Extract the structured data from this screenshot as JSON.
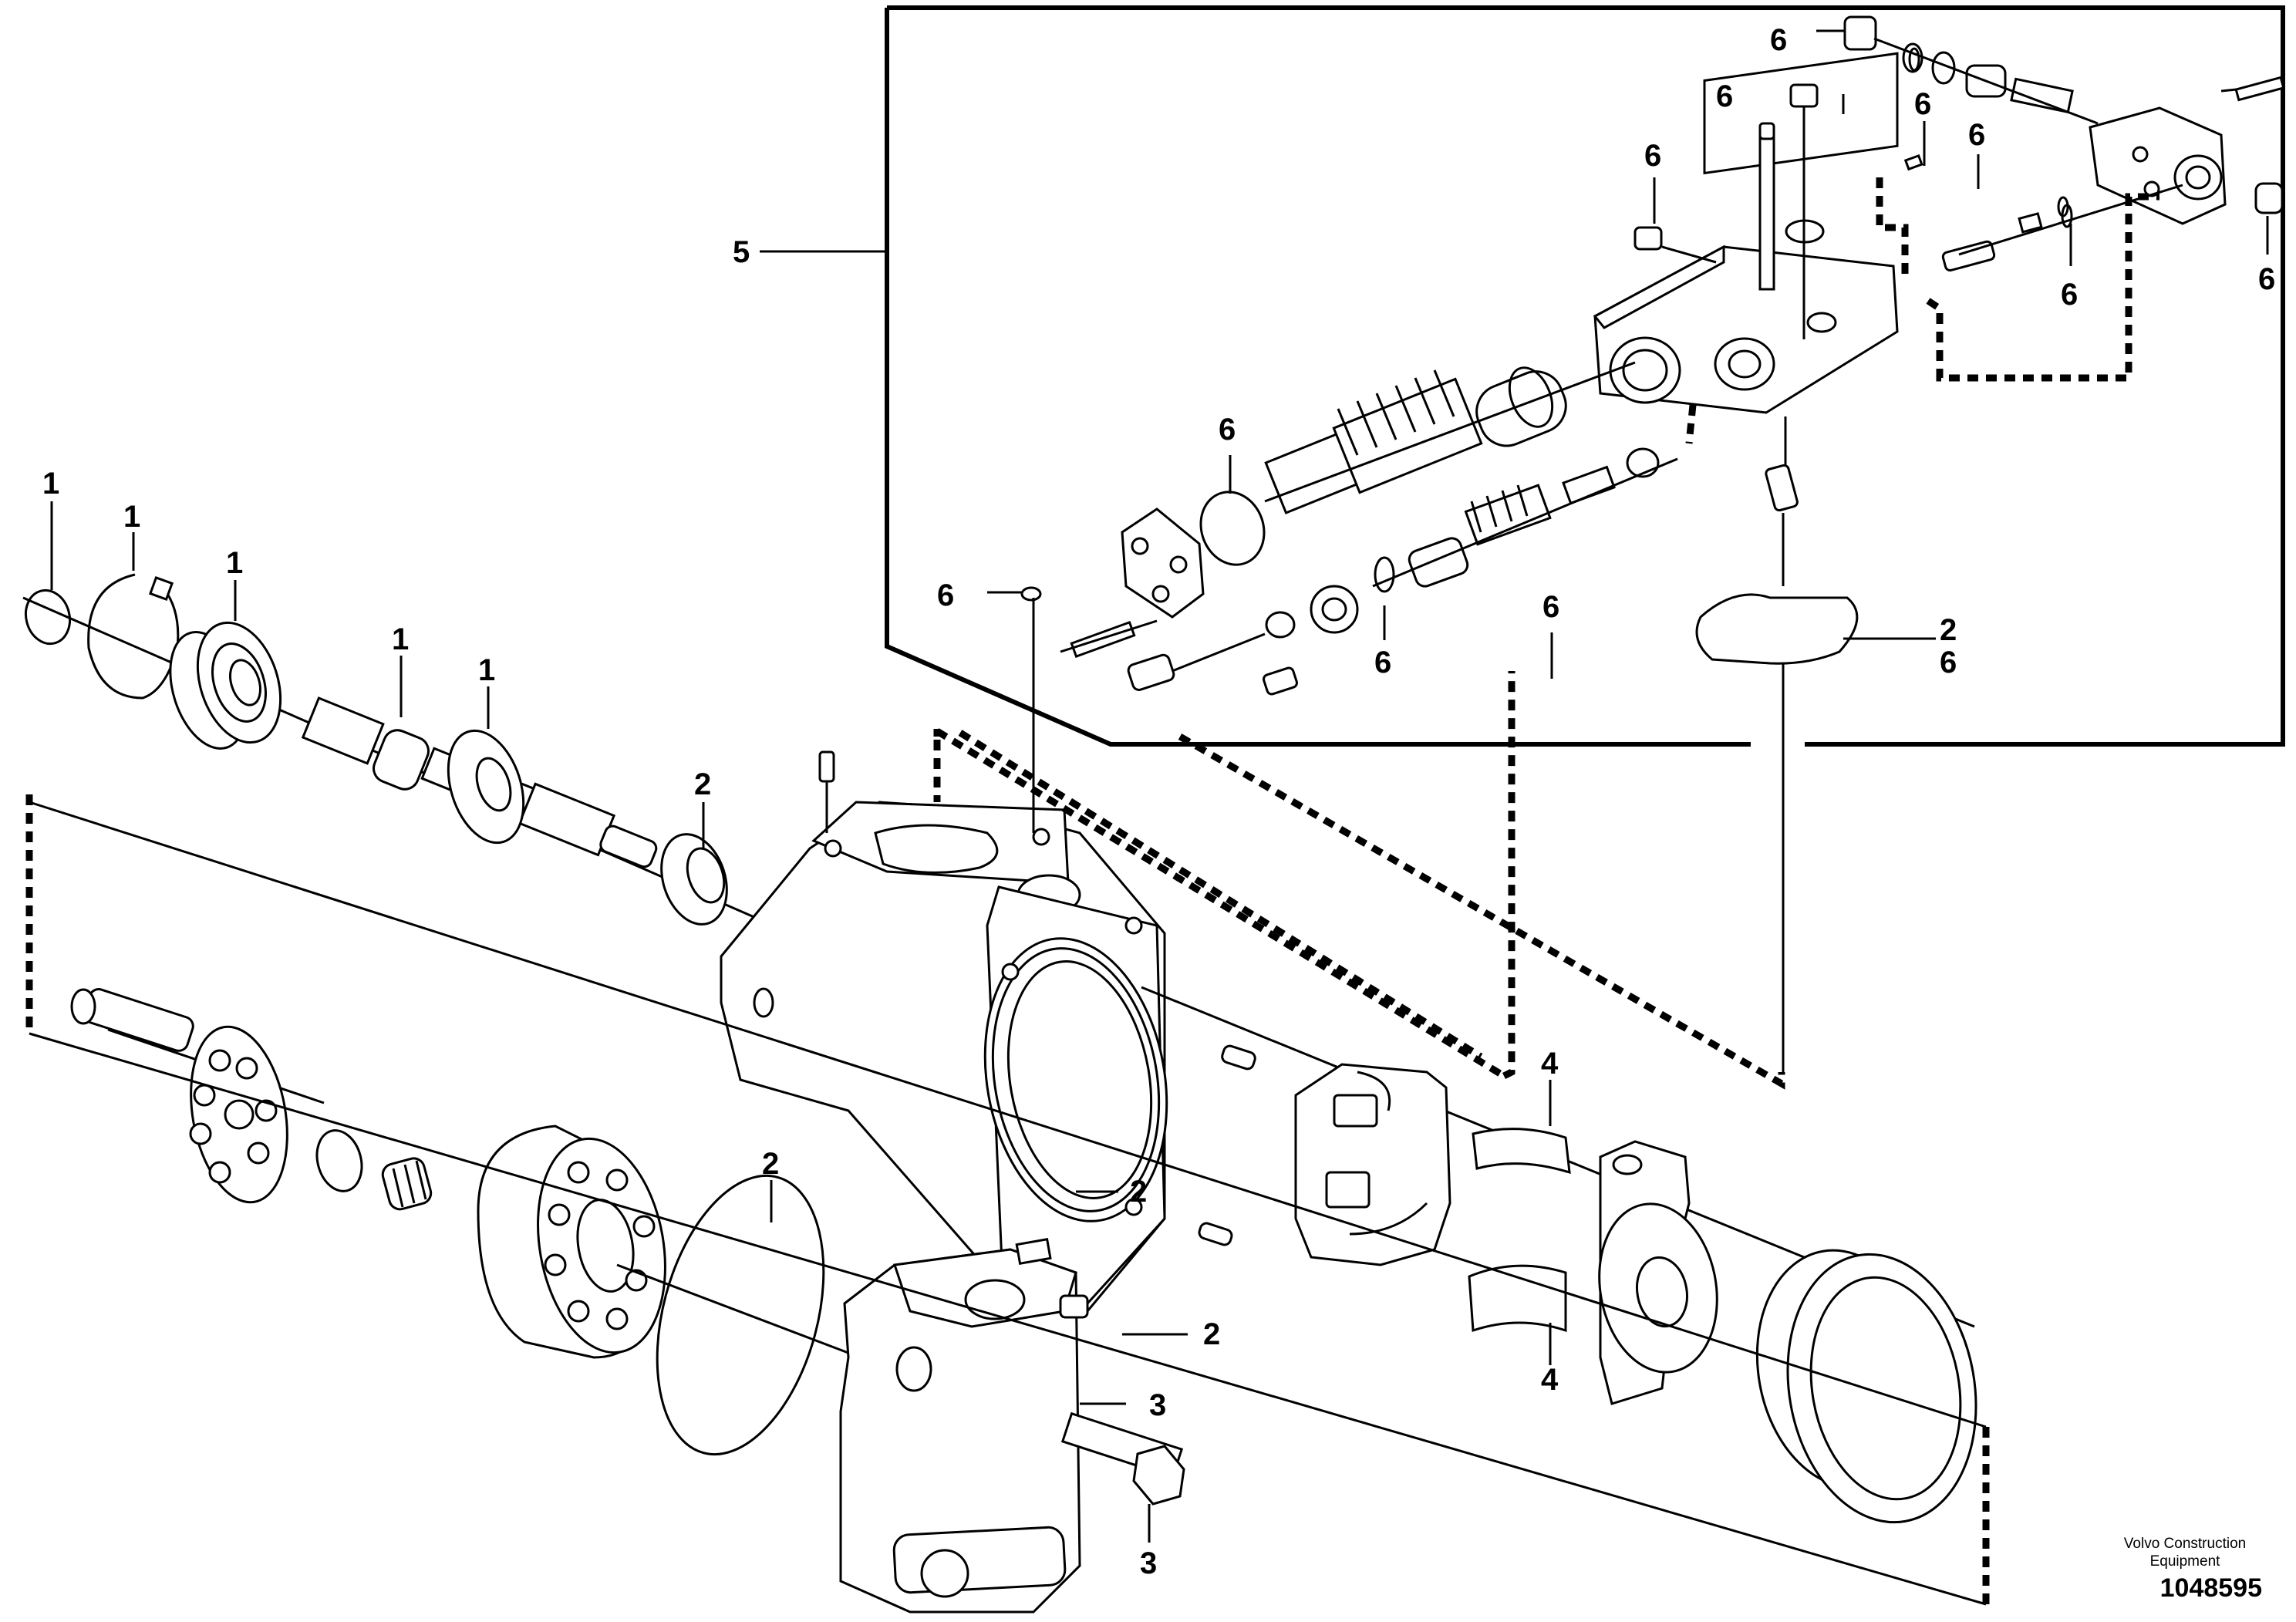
{
  "callouts": {
    "c1a": "1",
    "c1b": "1",
    "c1c": "1",
    "c1d": "1",
    "c1e": "1",
    "c2_seal": "2",
    "c2_oring": "2",
    "c2_plug": "2",
    "c2_screw": "2",
    "c2_gasket": "2",
    "c6_gasket": "6",
    "c3_bolt_right": "3",
    "c3_bolt_bottom": "3",
    "c4_upper": "4",
    "c4_lower": "4",
    "c5": "5",
    "c6_a": "6",
    "c6_b": "6",
    "c6_c": "6",
    "c6_d": "6",
    "c6_e": "6",
    "c6_f": "6",
    "c6_g": "6",
    "c6_h": "6",
    "c6_i": "6",
    "c6_j": "6",
    "c6_k": "6"
  },
  "credit": {
    "line1": "Volvo Construction",
    "line2": "Equipment"
  },
  "drawing_number": "1048595"
}
